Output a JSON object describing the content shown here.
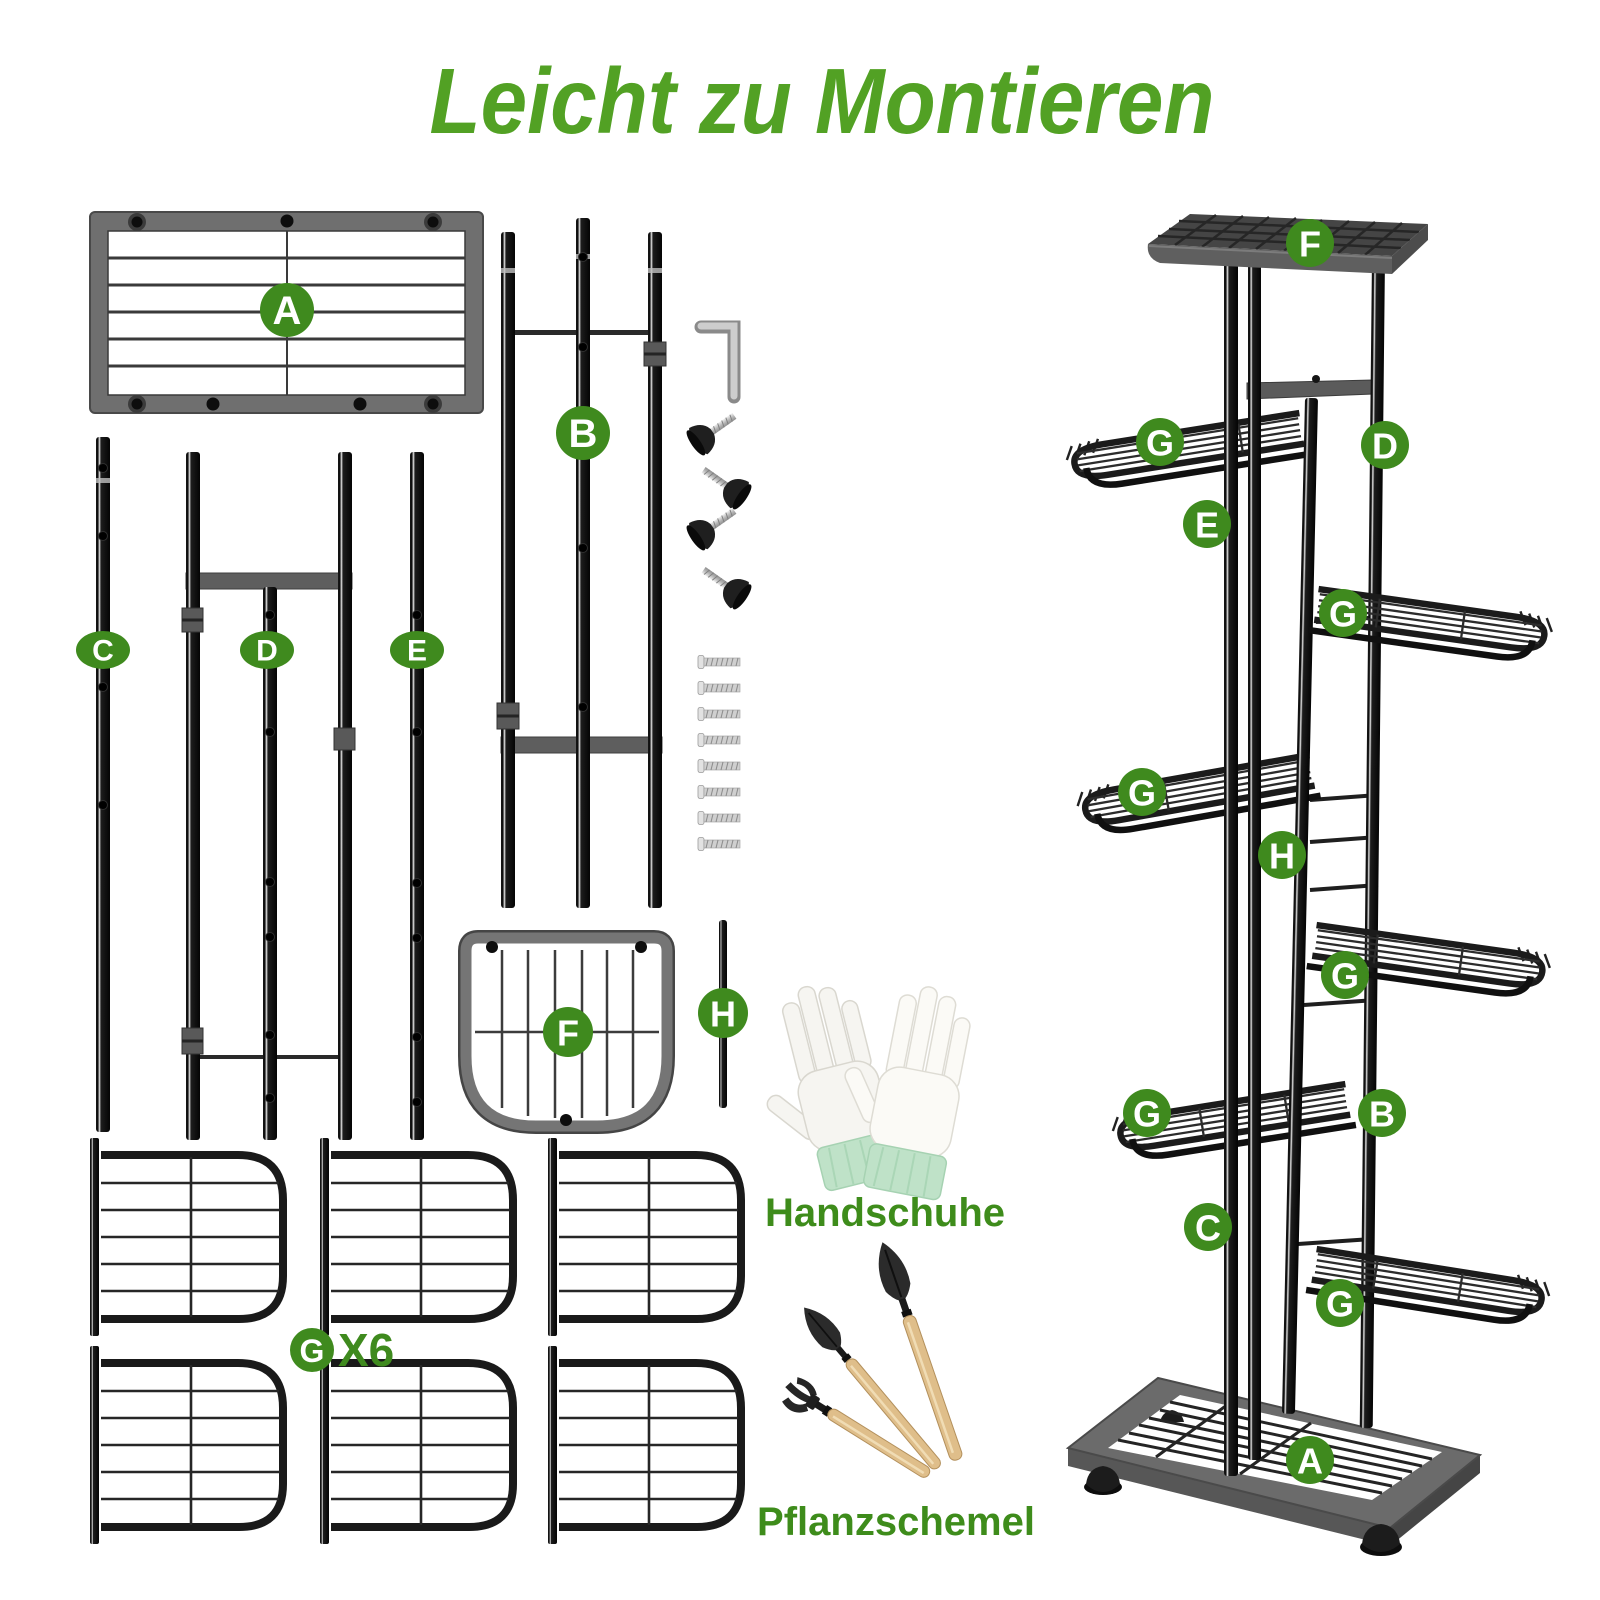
{
  "title": "Leicht zu Montieren",
  "parts": {
    "a": "A",
    "b": "B",
    "c": "C",
    "d": "D",
    "e": "E",
    "f": "F",
    "g": "G",
    "h": "H",
    "g_qty": "X6"
  },
  "captions": {
    "gloves": "Handschuhe",
    "tools": "Pflanzschemel"
  },
  "colors": {
    "title_green": "#52a124",
    "label_green": "#3f8a1e",
    "caption_green": "#3e8c1b",
    "frame_gray": "#6e6e6e",
    "pole_black": "#141414",
    "glove_cuff_mint": "#bfe2c8",
    "wood_tan": "#dfbe8a"
  }
}
